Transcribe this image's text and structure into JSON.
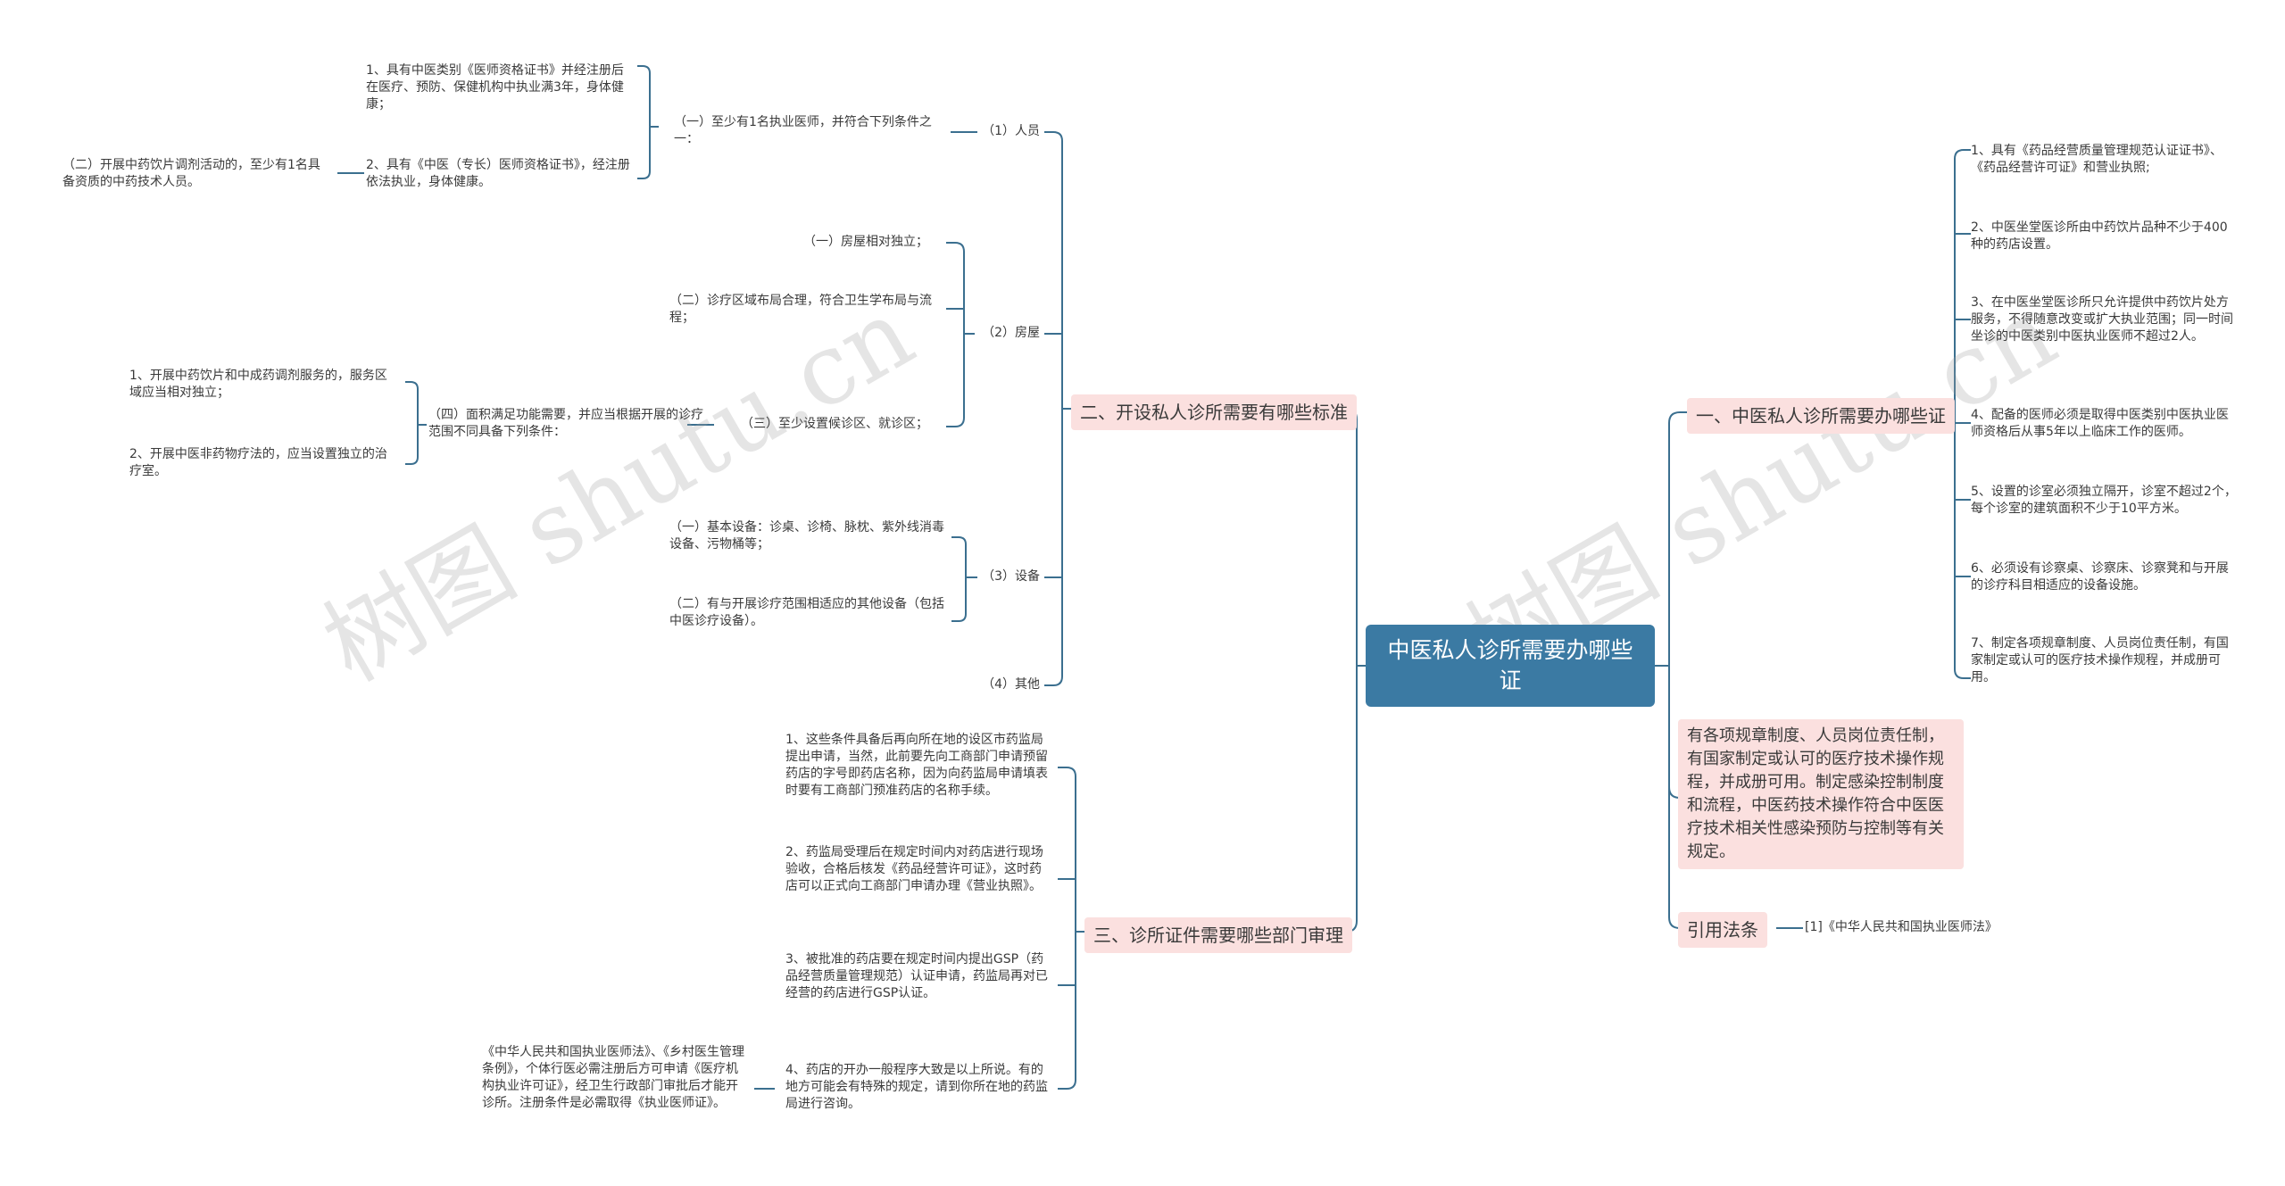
{
  "root": {
    "title": "中医私人诊所需要办哪些证"
  },
  "watermark": "树图 shutu.cn",
  "right": {
    "branch1": {
      "label": "一、中医私人诊所需要办哪些证",
      "items": [
        "1、具有《药品经营质量管理规范认证证书》、《药品经营许可证》和营业执照;",
        "2、中医坐堂医诊所由中药饮片品种不少于400种的药店设置。",
        "3、在中医坐堂医诊所只允许提供中药饮片处方服务，不得随意改变或扩大执业范围；同一时间坐诊的中医类别中医执业医师不超过2人。",
        "4、配备的医师必须是取得中医类别中医执业医师资格后从事5年以上临床工作的医师。",
        "5、设置的诊室必须独立隔开，诊室不超过2个，每个诊室的建筑面积不少于10平方米。",
        "6、必须设有诊察桌、诊察床、诊察凳和与开展的诊疗科目相适应的设备设施。",
        "7、制定各项规章制度、人员岗位责任制，有国家制定或认可的医疗技术操作规程，并成册可用。"
      ]
    },
    "branch_note": "有各项规章制度、人员岗位责任制，有国家制定或认可的医疗技术操作规程，并成册可用。制定感染控制制度和流程，中医药技术操作符合中医医疗技术相关性感染预防与控制等有关规定。",
    "branch_law": {
      "label": "引用法条",
      "item": "[1]《中华人民共和国执业医师法》"
    }
  },
  "left": {
    "branch2": {
      "label": "二、开设私人诊所需要有哪些标准",
      "people": {
        "label": "（1）人员",
        "cond": "（一）至少有1名执业医师，并符合下列条件之一：",
        "c1": "1、具有中医类别《医师资格证书》并经注册后在医疗、预防、保健机构中执业满3年，身体健康；",
        "c2": "2、具有《中医（专长）医师资格证书》，经注册依法执业，身体健康。",
        "extra": "（二）开展中药饮片调剂活动的，至少有1名具备资质的中药技术人员。"
      },
      "house": {
        "label": "（2）房屋",
        "h1": "（一）房屋相对独立；",
        "h2": "（二）诊疗区域布局合理，符合卫生学布局与流程；",
        "h3": "（三）至少设置候诊区、就诊区；",
        "h4": "（四）面积满足功能需要，并应当根据开展的诊疗范围不同具备下列条件：",
        "h4a": "1、开展中药饮片和中成药调剂服务的，服务区域应当相对独立；",
        "h4b": "2、开展中医非药物疗法的，应当设置独立的治疗室。"
      },
      "equip": {
        "label": "（3）设备",
        "e1": "（一）基本设备：诊桌、诊椅、脉枕、紫外线消毒设备、污物桶等；",
        "e2": "（二）有与开展诊疗范围相适应的其他设备（包括中医诊疗设备）。"
      },
      "other": {
        "label": "（4）其他"
      }
    },
    "branch3": {
      "label": "三、诊所证件需要哪些部门审理",
      "s1": "1、这些条件具备后再向所在地的设区市药监局提出申请，当然，此前要先向工商部门申请预留药店的字号即药店名称，因为向药监局申请填表时要有工商部门预准药店的名称手续。",
      "s2": "2、药监局受理后在规定时间内对药店进行现场验收，合格后核发《药品经营许可证》，这时药店可以正式向工商部门申请办理《营业执照》。",
      "s3": "3、被批准的药店要在规定时间内提出GSP（药品经营质量管理规范）认证申请，药监局再对已经营的药店进行GSP认证。",
      "s4": "4、药店的开办一般程序大致是以上所说。有的地方可能会有特殊的规定，请到你所在地的药监局进行咨询。",
      "s4a": "《中华人民共和国执业医师法》、《乡村医生管理条例》，个体行医必需注册后方可申请《医疗机构执业许可证》，经卫生行政部门审批后才能开诊所。注册条件是必需取得《执业医师证》。"
    }
  },
  "colors": {
    "line": "#3b6f8f",
    "root": "#3b7aa3",
    "level1": "#fbe0df"
  }
}
